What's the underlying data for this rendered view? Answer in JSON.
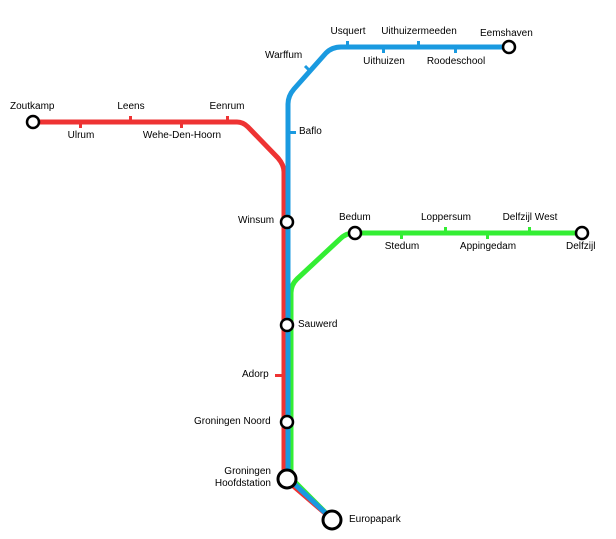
{
  "lines": {
    "red": {
      "color": "#ee3333"
    },
    "blue": {
      "color": "#1a9ae0"
    },
    "green": {
      "color": "#33ee33"
    }
  },
  "stations": {
    "zoutkamp": "Zoutkamp",
    "ulrum": "Ulrum",
    "leens": "Leens",
    "wehe": "Wehe-Den-Hoorn",
    "eenrum": "Eenrum",
    "warffum": "Warffum",
    "usquert": "Usquert",
    "uithuizen": "Uithuizen",
    "uithuizermeeden": "Uithuizermeeden",
    "roodeschool": "Roodeschool",
    "eemshaven": "Eemshaven",
    "baflo": "Baflo",
    "winsum": "Winsum",
    "bedum": "Bedum",
    "stedum": "Stedum",
    "loppersum": "Loppersum",
    "appingedam": "Appingedam",
    "delfzijl_west": "Delfzijl West",
    "delfzijl": "Delfzijl",
    "sauwerd": "Sauwerd",
    "adorp": "Adorp",
    "groningen_noord": "Groningen Noord",
    "groningen_hs_line1": "Groningen",
    "groningen_hs_line2": "Hoofdstation",
    "europapark": "Europapark"
  }
}
